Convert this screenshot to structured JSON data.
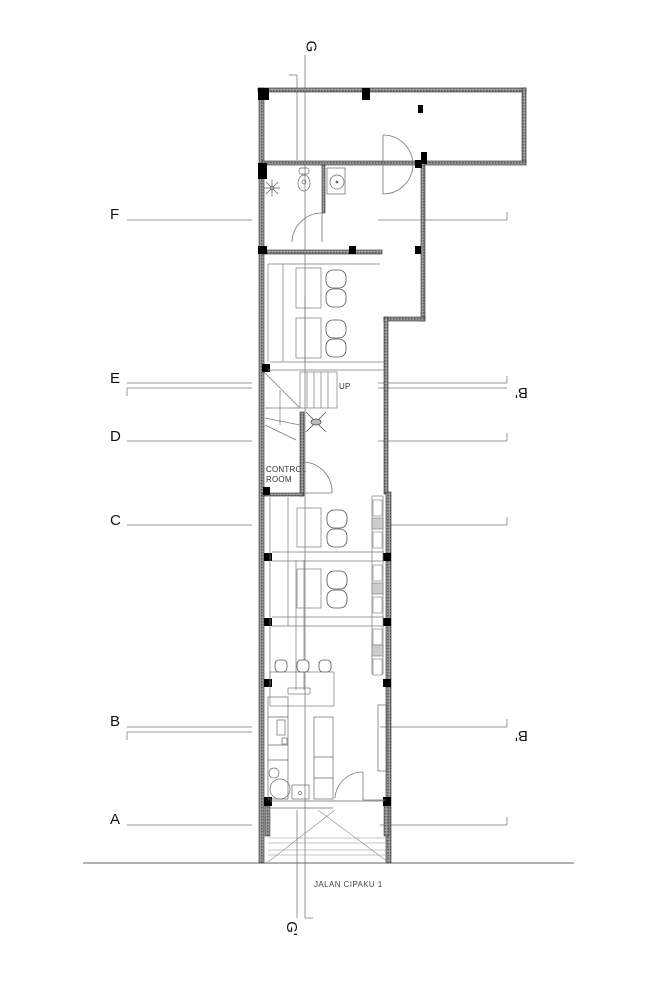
{
  "drawing": {
    "type": "architectural floor plan",
    "grid_lines": [
      {
        "id": "F",
        "label": "F"
      },
      {
        "id": "E",
        "label": "E"
      },
      {
        "id": "D",
        "label": "D"
      },
      {
        "id": "C",
        "label": "C"
      },
      {
        "id": "B",
        "label": "B"
      },
      {
        "id": "A",
        "label": "A"
      }
    ],
    "section_markers": {
      "g_top": "G",
      "g_bottom": "G'",
      "b_upper": "B'",
      "b_lower": "B'"
    },
    "room_labels": {
      "control_room_line1": "CONTROL",
      "control_room_line2": "ROOM",
      "stair_up": "UP"
    },
    "street_label": "JALAN CIPAKU 1",
    "colors": {
      "wall": "#2b2b2b",
      "column": "#000000",
      "thin_line": "#8a8a8a",
      "hatch": "#bdbdbd"
    }
  }
}
